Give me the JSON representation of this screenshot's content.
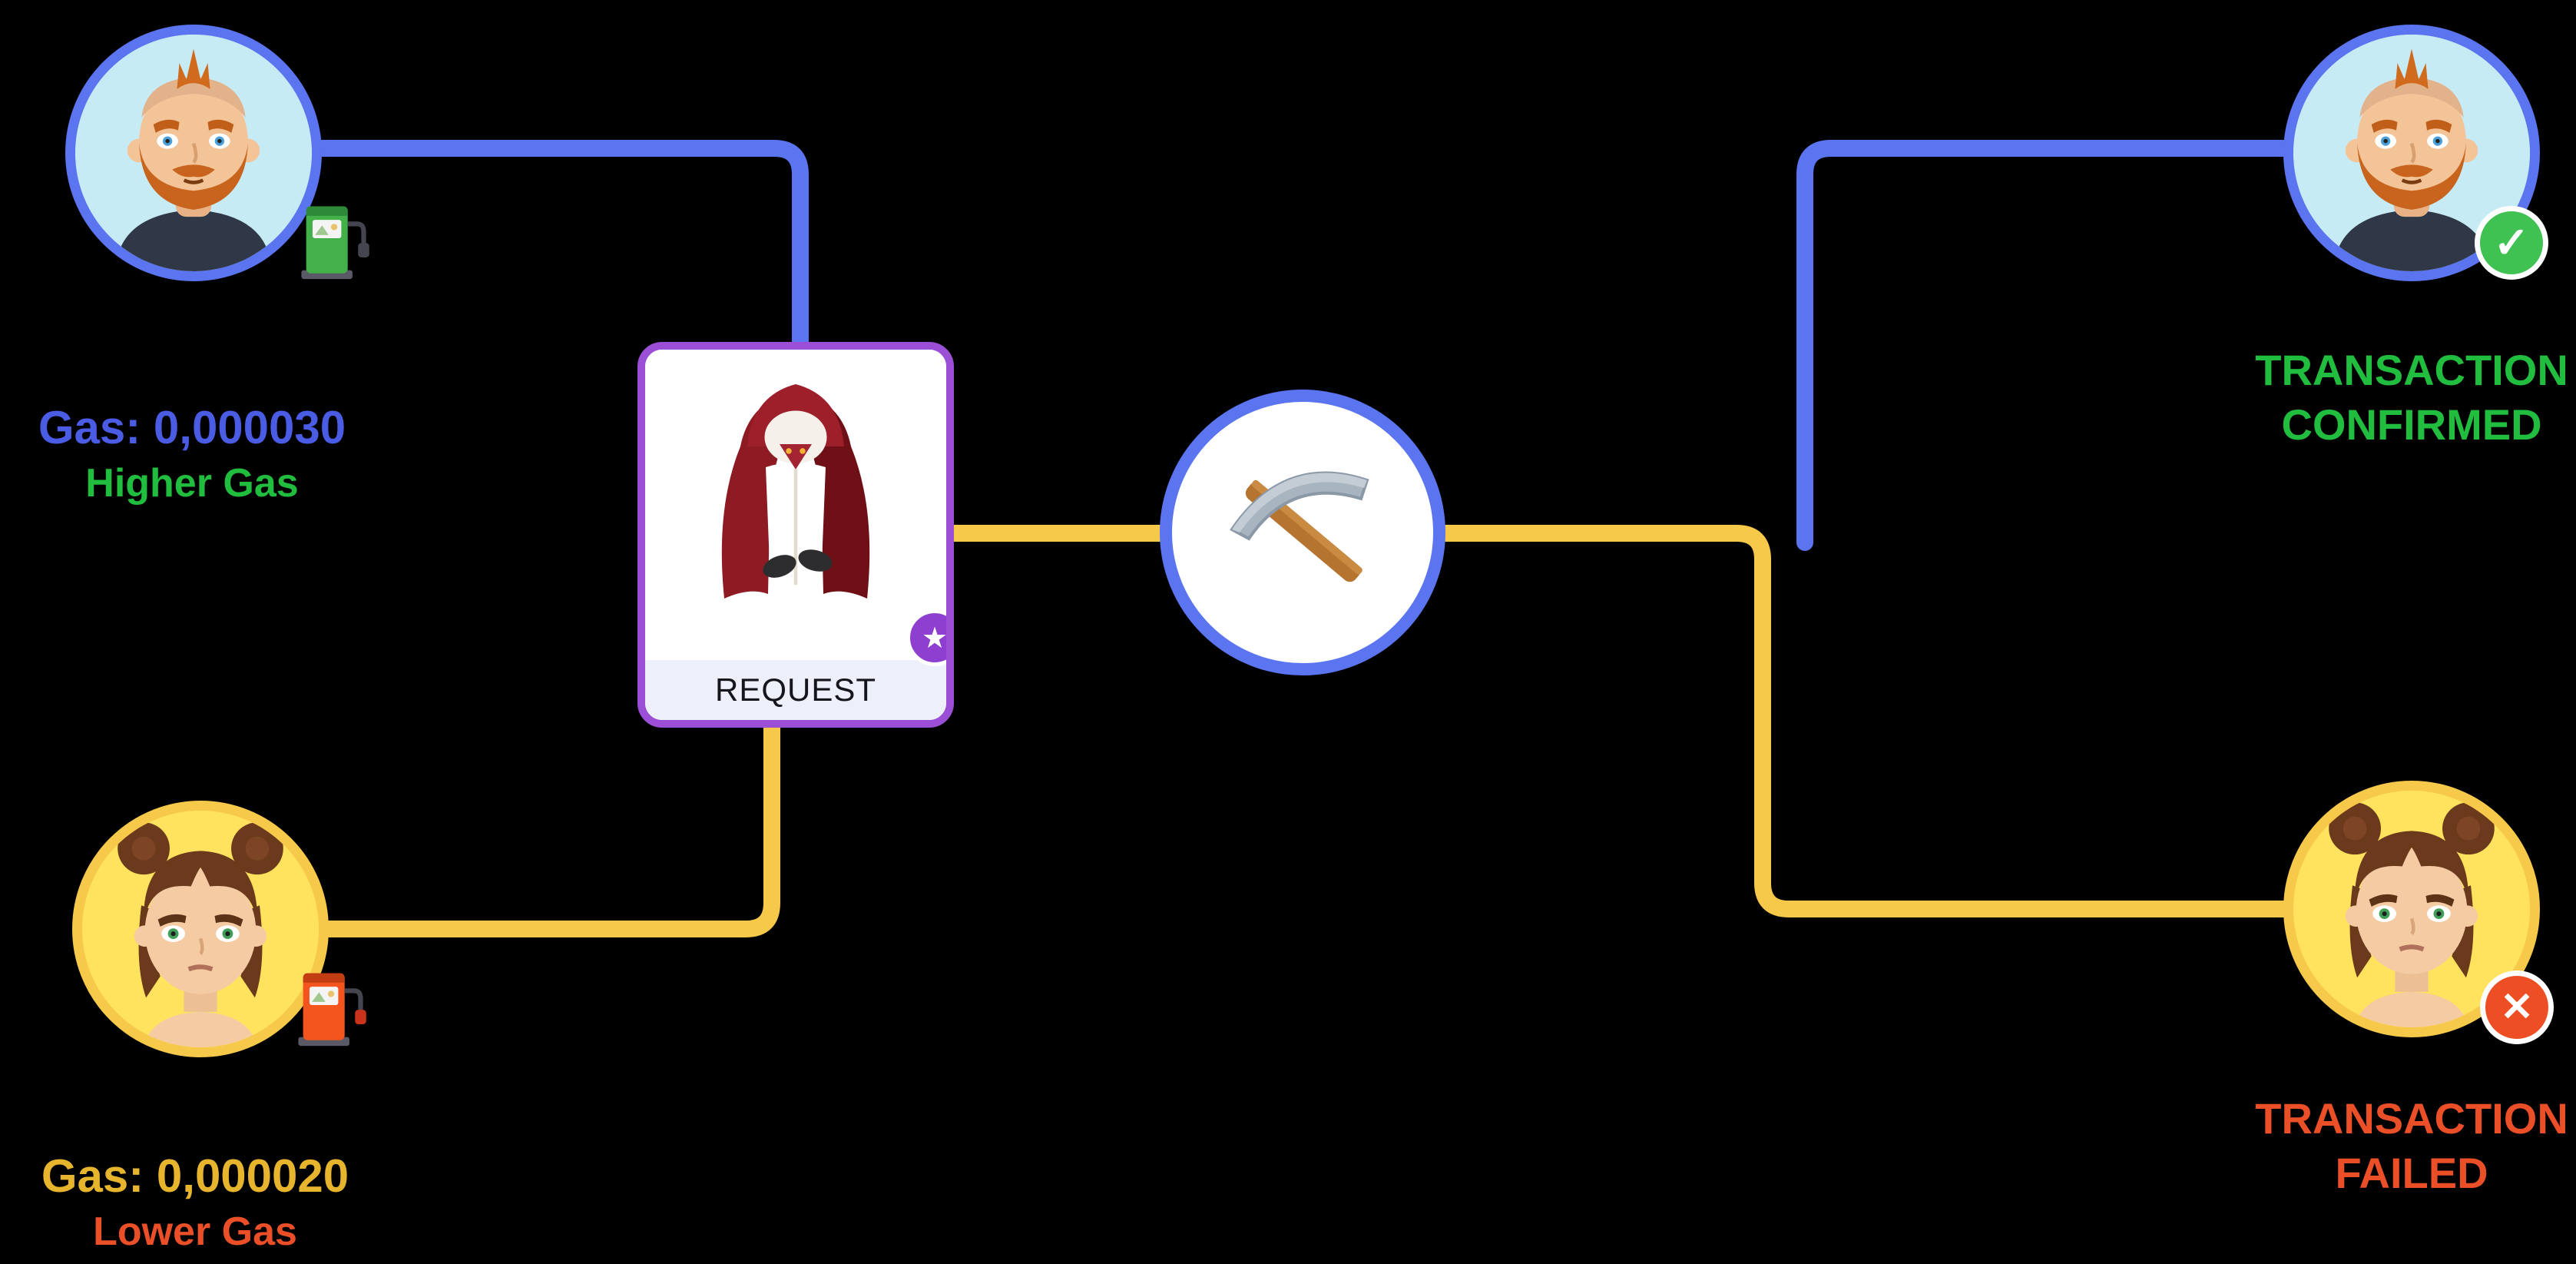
{
  "colors": {
    "background": "#000000",
    "blue_line": "#5b74f0",
    "yellow_line": "#f7c94b",
    "purple_card_border": "#9b4fd6",
    "green_success": "#21bd3e",
    "blue_gas_text": "#4a5be4",
    "gold_gas_text": "#e6b42d",
    "red_fail_text": "#ea4f28"
  },
  "sender_higher": {
    "gas_label": "Gas: 0,000030",
    "gas_note": "Higher Gas",
    "avatar": "man-mohawk-avatar",
    "badge": "fuel-pump-green-icon"
  },
  "sender_lower": {
    "gas_label": "Gas: 0,000020",
    "gas_note": "Lower Gas",
    "avatar": "woman-buns-avatar",
    "badge": "fuel-pump-orange-icon"
  },
  "request_card": {
    "label": "REQUEST",
    "image": "red-hooded-cloak-item",
    "badge": "star-icon"
  },
  "miner": {
    "icon": "pickaxe-icon"
  },
  "outcome_confirmed": {
    "line1": "TRANSACTION",
    "line2": "CONFIRMED",
    "avatar": "man-mohawk-avatar",
    "badge": "check-icon"
  },
  "outcome_failed": {
    "line1": "TRANSACTION",
    "line2": "FAILED",
    "avatar": "woman-buns-avatar",
    "badge": "cross-icon"
  },
  "icons": {
    "check_glyph": "✓",
    "cross_glyph": "✕",
    "star_glyph": "★"
  }
}
